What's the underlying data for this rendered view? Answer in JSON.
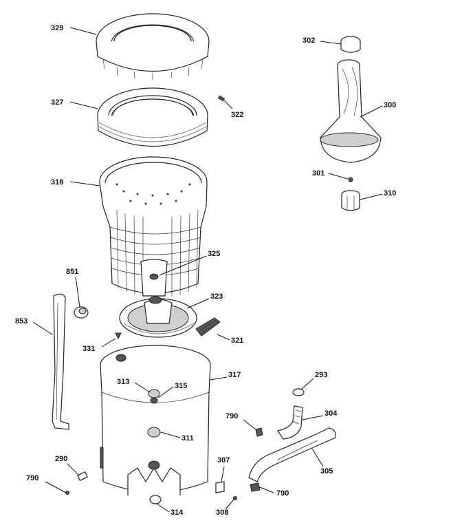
{
  "labels": {
    "p329": "329",
    "p327": "327",
    "p322": "322",
    "p318": "318",
    "p325": "325",
    "p851": "851",
    "p853": "853",
    "p323": "323",
    "p331": "331",
    "p321": "321",
    "p317": "317",
    "p313": "313",
    "p315": "315",
    "p311": "311",
    "p290": "290",
    "p790a": "790",
    "p314": "314",
    "p302": "302",
    "p300": "300",
    "p301": "301",
    "p310": "310",
    "p293": "293",
    "p790b": "790",
    "p304": "304",
    "p305": "305",
    "p307": "307",
    "p790c": "790",
    "p308": "308"
  },
  "colors": {
    "line": "#111111",
    "fill": "#ffffff",
    "shade": "#cfcfcf"
  }
}
